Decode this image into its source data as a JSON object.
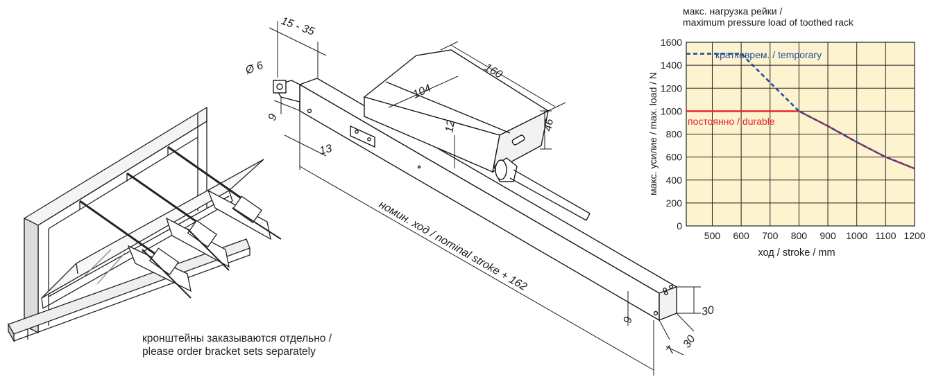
{
  "bracket_note": {
    "line1": "кронштейны заказываются отдельно /",
    "line2": "please order bracket sets separately"
  },
  "actuator_drawing": {
    "dimensions": {
      "d15_35": "15 - 35",
      "dia": "Ø 6",
      "d9_top": "9",
      "d13": "13",
      "d12": "12",
      "d104": "104",
      "d160": "160",
      "d46": "46",
      "stroke": "номин. ход / nominal stroke + 162",
      "d9_bottom": "9",
      "d30_h": "30",
      "d30_w": "30",
      "d7": "7"
    }
  },
  "chart_data": {
    "type": "line",
    "title": "макс. нагрузка рейки /",
    "subtitle": "maximum pressure load of toothed rack",
    "xlabel": "ход / stroke / mm",
    "ylabel": "макс. усилие / max. load / N",
    "xlim": [
      410,
      1200
    ],
    "ylim": [
      0,
      1600
    ],
    "xticks": [
      500,
      600,
      700,
      800,
      900,
      1000,
      1100,
      1200
    ],
    "yticks": [
      0,
      200,
      400,
      600,
      800,
      1000,
      1200,
      1400,
      1600
    ],
    "grid": true,
    "background": "#fdf3cf",
    "series": [
      {
        "name": "кратковрем. / temporary",
        "style": "dashed",
        "color": "#1f4e9c",
        "x": [
          410,
          600,
          800,
          900,
          1000,
          1100,
          1200
        ],
        "y": [
          1500,
          1500,
          1000,
          870,
          730,
          600,
          500
        ]
      },
      {
        "name": "постоянно / durable",
        "style": "solid",
        "color": "#e3202a",
        "x": [
          410,
          800,
          900,
          1000,
          1100,
          1200
        ],
        "y": [
          1000,
          1000,
          870,
          730,
          600,
          500
        ]
      }
    ]
  }
}
